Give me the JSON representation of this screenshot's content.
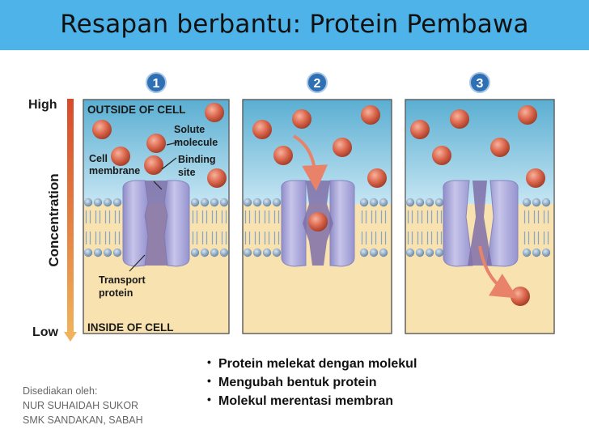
{
  "title": "Resapan berbantu: Protein Pembawa",
  "diagram": {
    "steps": [
      "1",
      "2",
      "3"
    ],
    "axis": {
      "high": "High",
      "low": "Low",
      "label": "Concentration"
    },
    "labels": {
      "outside": "OUTSIDE OF CELL",
      "inside": "INSIDE OF CELL",
      "solute_line1": "Solute",
      "solute_line2": "molecule",
      "membrane_line1": "Cell",
      "membrane_line2": "membrane",
      "binding_line1": "Binding",
      "binding_line2": "site",
      "transport_line1": "Transport",
      "transport_line2": "protein"
    }
  },
  "bullets": [
    "Protein melekat dengan molekul",
    "Mengubah bentuk protein",
    "Molekul merentasi membran"
  ],
  "credits": [
    "Disediakan oleh:",
    "NUR SUHAIDAH SUKOR",
    "SMK SANDAKAN, SABAH"
  ],
  "colors": {
    "title_bar": "#4db3e8",
    "outside_top": "#5aaed2",
    "inside": "#f8e3b0",
    "protein": "#a8a6d8",
    "solute": "#d9644a",
    "arrow": "#e8836a"
  }
}
